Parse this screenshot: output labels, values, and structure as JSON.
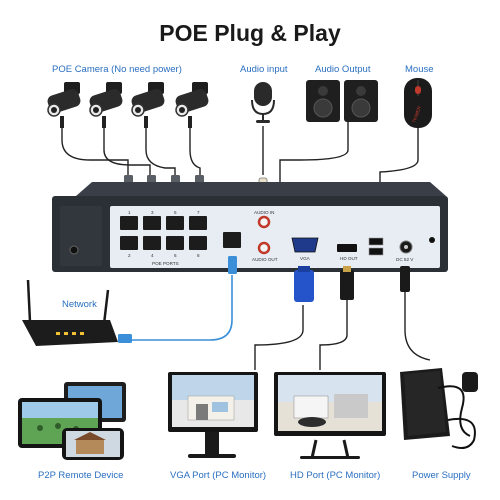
{
  "title": "POE Plug & Play",
  "labels": {
    "poe_camera": "POE Camera (No need power)",
    "audio_input": "Audio input",
    "audio_output": "Audio Output",
    "mouse": "Mouse",
    "network": "Network",
    "p2p": "P2P  Remote Device",
    "vga_monitor": "VGA Port (PC Monitor)",
    "hd_monitor": "HD Port (PC Monitor)",
    "power_supply": "Power Supply"
  },
  "nvr": {
    "port_numbers_top": [
      "1",
      "3",
      "5",
      "7"
    ],
    "port_numbers_bottom": [
      "2",
      "4",
      "6",
      "8"
    ],
    "poe_ports_label": "POE PORTS",
    "audio_in": "AUDIO IN",
    "audio_out": "AUDIO OUT",
    "vga": "VGA",
    "hd_out": "HD OUT",
    "dc": "DC 52 V"
  },
  "mouse_brand": "TKIMER",
  "colors": {
    "label_blue": "#2a6fc0",
    "nvr_body": "#2b2f36",
    "nvr_panel": "#e7edf3",
    "cable_blue": "#3a8fd8",
    "cable_dark": "#222222"
  }
}
